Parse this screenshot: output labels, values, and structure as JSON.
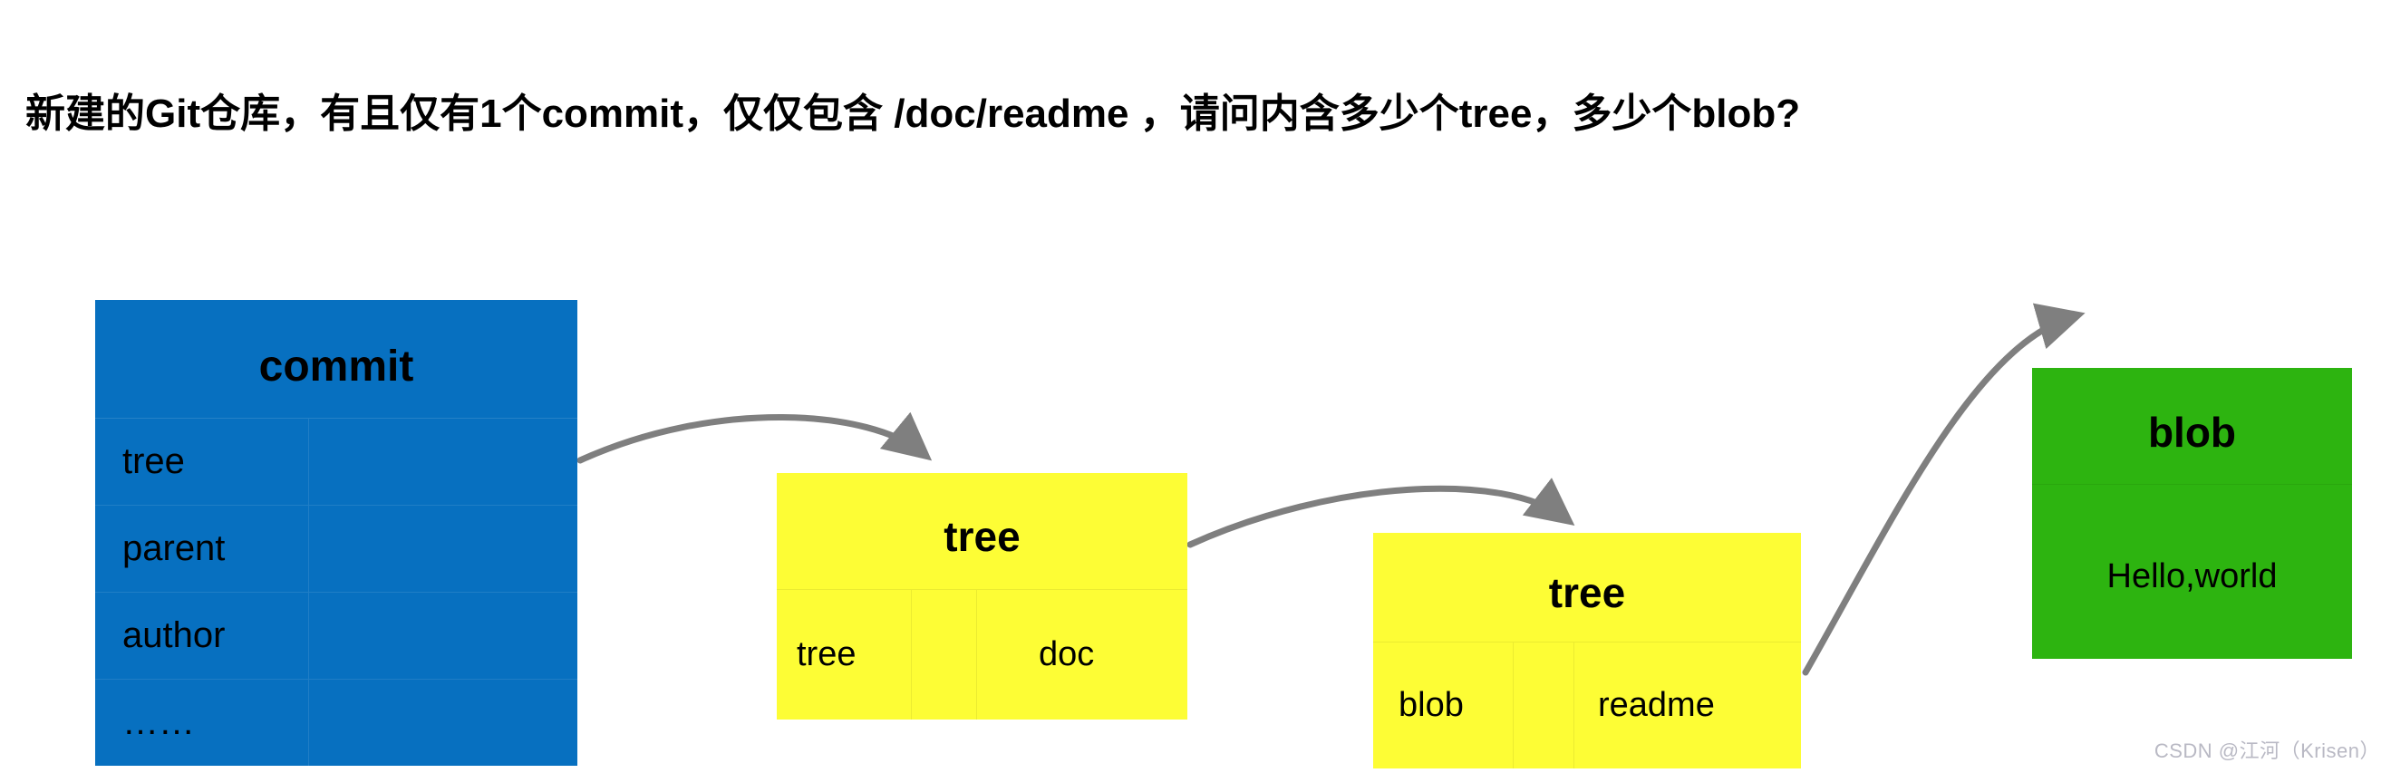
{
  "title": "新建的Git仓库，有且仅有1个commit，仅仅包含 /doc/readme ，请问内含多少个tree，多少个blob?",
  "watermark": "CSDN @江河（Krisen）",
  "colors": {
    "commit_bg": "#0770C0",
    "tree_bg": "#FDFD35",
    "blob_bg": "#2DB410",
    "arrow": "#7F7F7F",
    "text": "#000000",
    "watermark": "#B9B9C4",
    "page_bg": "#FFFFFF"
  },
  "diagram": {
    "type": "git-object-graph",
    "nodes": [
      {
        "id": "commit",
        "header": "commit",
        "rows": [
          {
            "label": "tree",
            "value": ""
          },
          {
            "label": "parent",
            "value": ""
          },
          {
            "label": "author",
            "value": ""
          },
          {
            "label": "……",
            "value": ""
          }
        ]
      },
      {
        "id": "tree-1",
        "header": "tree",
        "rows": [
          {
            "label": "tree",
            "mid": "",
            "value": "doc"
          }
        ]
      },
      {
        "id": "tree-2",
        "header": "tree",
        "rows": [
          {
            "label": "blob",
            "mid": "",
            "value": "readme"
          }
        ]
      },
      {
        "id": "blob",
        "header": "blob",
        "rows": [
          {
            "label": "Hello,world"
          }
        ]
      }
    ],
    "edges": [
      {
        "from": "commit",
        "to": "tree-1",
        "label": ""
      },
      {
        "from": "tree-1",
        "to": "tree-2",
        "label": ""
      },
      {
        "from": "tree-2",
        "to": "blob",
        "label": ""
      }
    ]
  }
}
